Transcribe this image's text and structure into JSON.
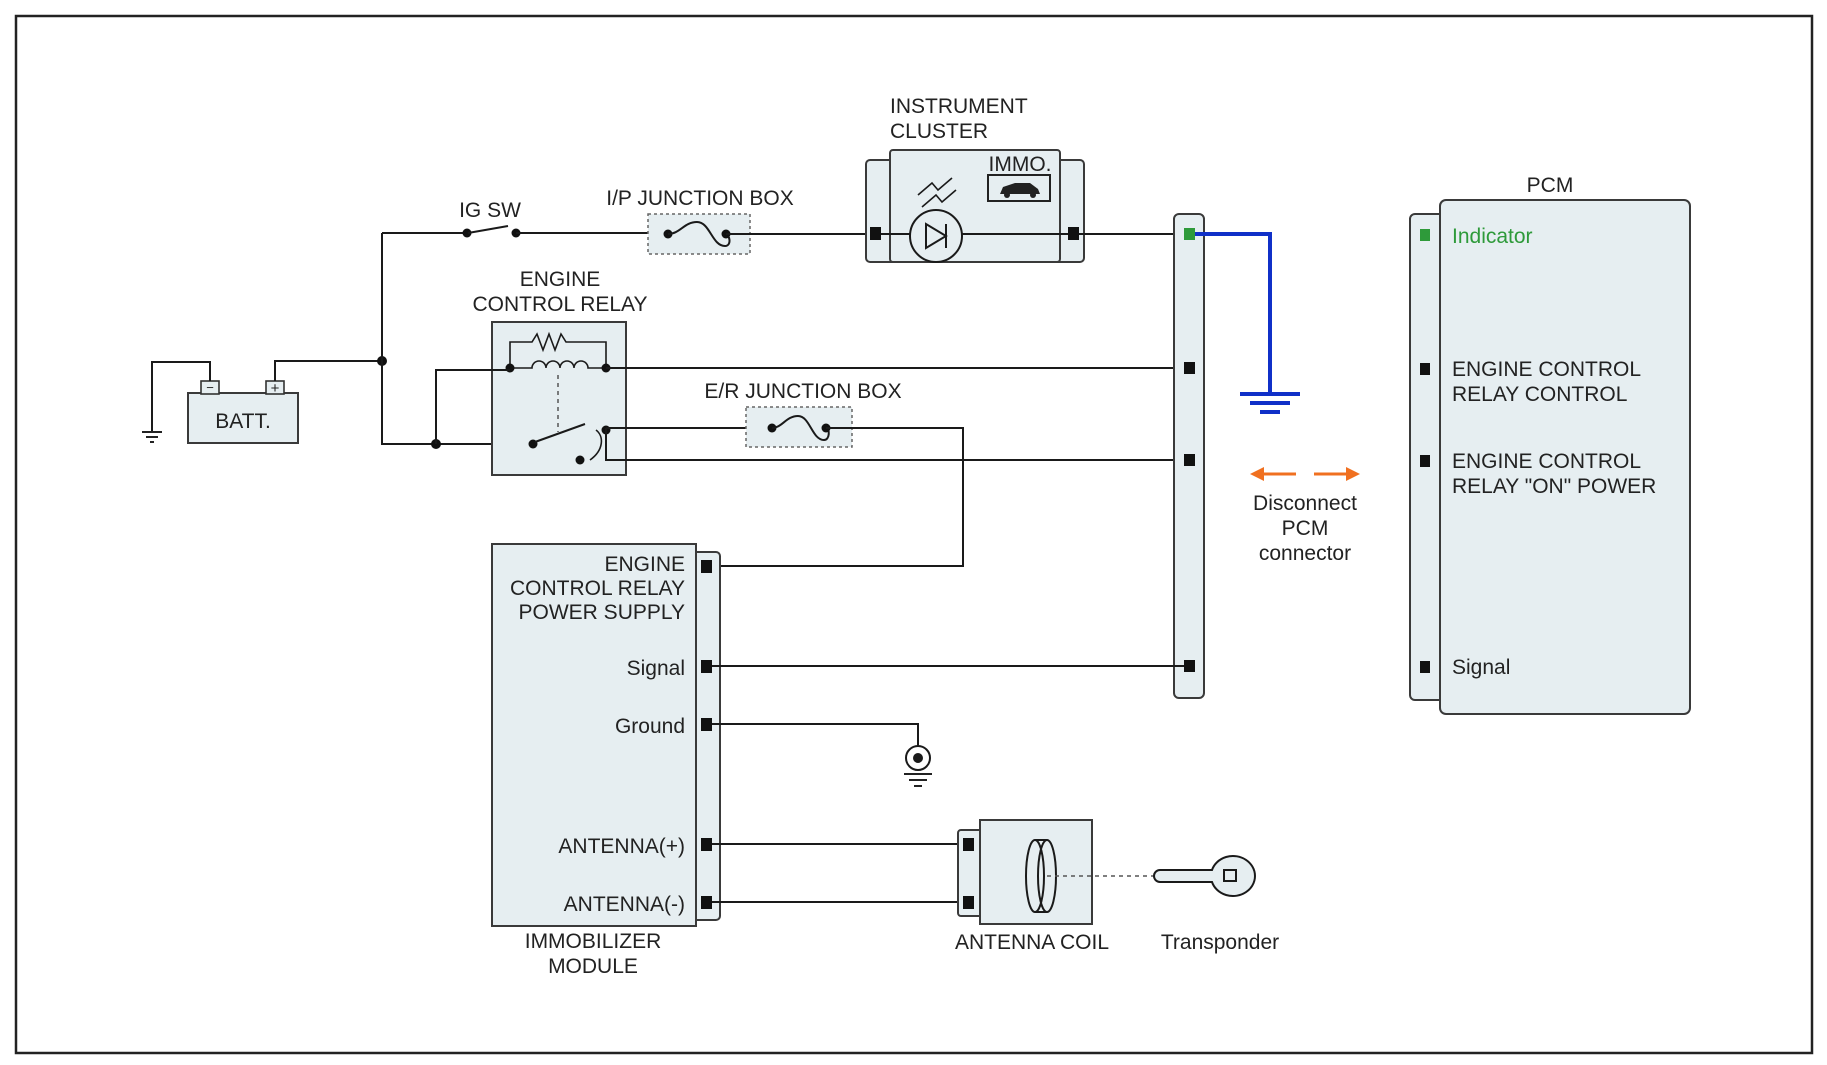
{
  "labels": {
    "ig_sw": "IG SW",
    "ip_junction_box": "I/P JUNCTION BOX",
    "instrument_cluster_1": "INSTRUMENT",
    "instrument_cluster_2": "CLUSTER",
    "immo": "IMMO.",
    "engine_control_relay_1": "ENGINE",
    "engine_control_relay_2": "CONTROL RELAY",
    "batt": "BATT.",
    "er_junction_box": "E/R JUNCTION BOX",
    "pcm": "PCM",
    "pcm_indicator": "Indicator",
    "pcm_ecr_control_1": "ENGINE CONTROL",
    "pcm_ecr_control_2": "RELAY CONTROL",
    "pcm_ecr_on_power_1": "ENGINE CONTROL",
    "pcm_ecr_on_power_2": "RELAY \"ON\" POWER",
    "pcm_signal": "Signal",
    "disconnect_1": "Disconnect",
    "disconnect_2": "PCM",
    "disconnect_3": "connector",
    "immo_ecr_ps_1": "ENGINE",
    "immo_ecr_ps_2": "CONTROL RELAY",
    "immo_ecr_ps_3": "POWER SUPPLY",
    "immo_signal": "Signal",
    "immo_ground": "Ground",
    "immo_ant_plus": "ANTENNA(+)",
    "immo_ant_minus": "ANTENNA(-)",
    "immobilizer_module_1": "IMMOBILIZER",
    "immobilizer_module_2": "MODULE",
    "antenna_coil": "ANTENNA COIL",
    "transponder": "Transponder"
  },
  "colors": {
    "indicator_text": "#2e9a3a",
    "ground_wire": "#1030c8",
    "disconnect_arrow": "#f07020",
    "component_fill": "#e6eef1"
  }
}
